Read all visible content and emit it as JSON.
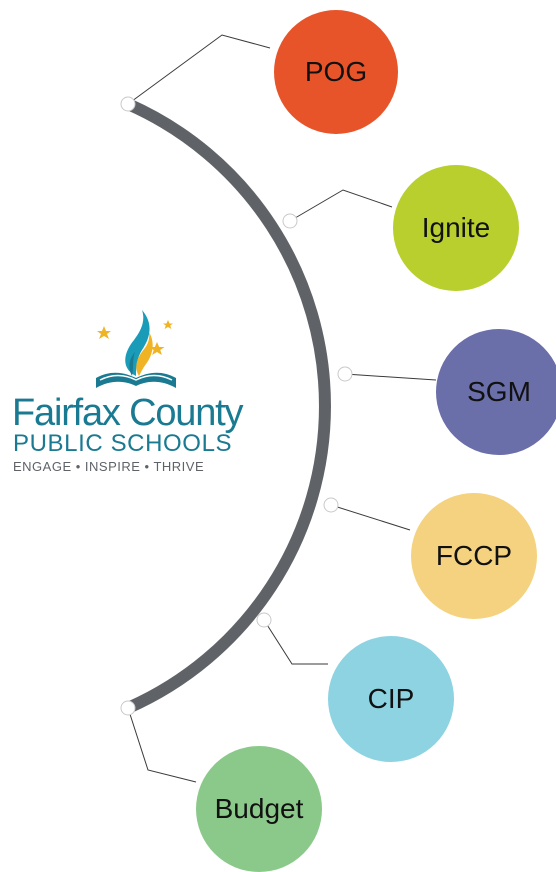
{
  "colors": {
    "arc": "#5f6368",
    "connector": "#3a3a3a",
    "logo_teal": "#1a7a92",
    "logo_gold": "#f0b323",
    "logo_gray": "#5f6368"
  },
  "nodes": [
    {
      "label": "POG",
      "color": "#e8542a"
    },
    {
      "label": "Ignite",
      "color": "#b9cf2e"
    },
    {
      "label": "SGM",
      "color": "#6a6ea9"
    },
    {
      "label": "FCCP",
      "color": "#f4d27f"
    },
    {
      "label": "CIP",
      "color": "#8ed3e2"
    },
    {
      "label": "Budget",
      "color": "#8bc98a"
    }
  ],
  "logo": {
    "line1": "Fairfax County",
    "line2": "PUBLIC SCHOOLS",
    "line3": "ENGAGE • INSPIRE • THRIVE",
    "icon": "open-book-flame-stars-icon"
  }
}
